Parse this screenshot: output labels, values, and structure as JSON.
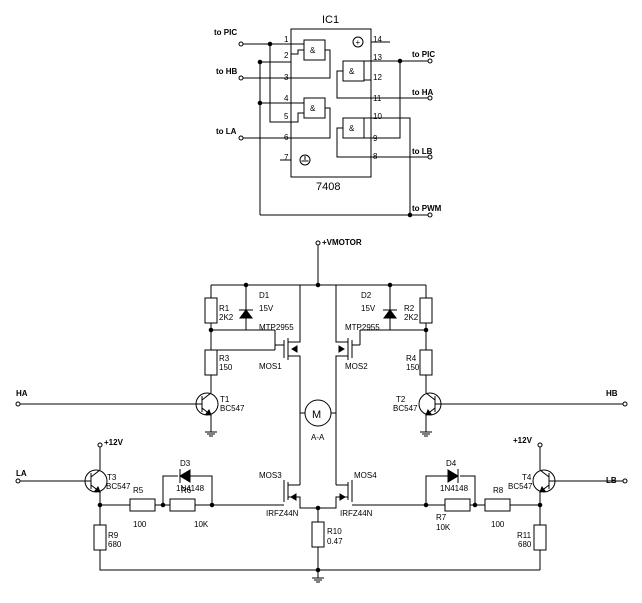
{
  "ic": {
    "name": "IC1",
    "part": "7408",
    "pins": [
      "1",
      "2",
      "3",
      "4",
      "5",
      "6",
      "7",
      "8",
      "9",
      "10",
      "11",
      "12",
      "13",
      "14"
    ],
    "vcc_symbol": "+",
    "gnd_symbol": "⏚"
  },
  "signals": {
    "to_pic_left": "to PIC",
    "to_hb": "to HB",
    "to_la": "to LA",
    "to_pic_right": "to PIC",
    "to_ha": "to HA",
    "to_lb": "to LB",
    "to_pwm": "to PWM"
  },
  "supply": {
    "vmotor": "+VMOTOR",
    "v12_left": "+12V",
    "v12_right": "+12V"
  },
  "inputs": {
    "ha": "HA",
    "hb": "HB",
    "la": "LA",
    "lb": "LB"
  },
  "components": {
    "r1": {
      "name": "R1",
      "value": "2K2"
    },
    "r2": {
      "name": "R2",
      "value": "2K2"
    },
    "r3": {
      "name": "R3",
      "value": "150"
    },
    "r4": {
      "name": "R4",
      "value": "150"
    },
    "r5": {
      "name": "R5",
      "value": "100"
    },
    "r6": {
      "name": "R6",
      "value": "10K"
    },
    "r7": {
      "name": "R7",
      "value": "10K"
    },
    "r8": {
      "name": "R8",
      "value": "100"
    },
    "r9": {
      "name": "R9",
      "value": "680"
    },
    "r10": {
      "name": "R10",
      "value": "0.47"
    },
    "r11": {
      "name": "R11",
      "value": "680"
    },
    "d1": {
      "name": "D1",
      "value": "15V"
    },
    "d2": {
      "name": "D2",
      "value": "15V"
    },
    "d3": {
      "name": "D3",
      "value": "1N4148"
    },
    "d4": {
      "name": "D4",
      "value": "1N4148"
    },
    "t1": {
      "name": "T1",
      "value": "BC547"
    },
    "t2": {
      "name": "T2",
      "value": "BC547"
    },
    "t3": {
      "name": "T3",
      "value": "BC547"
    },
    "t4": {
      "name": "T4",
      "value": "BC547"
    },
    "mos1": {
      "name": "MOS1",
      "value": "MTP2955"
    },
    "mos2": {
      "name": "MOS2",
      "value": "MTP2955"
    },
    "mos3": {
      "name": "MOS3",
      "value": "IRFZ44N"
    },
    "mos4": {
      "name": "MOS4",
      "value": "IRFZ44N"
    },
    "motor": {
      "symbol": "M",
      "name": "A-A"
    },
    "gate_symbol": "&"
  }
}
